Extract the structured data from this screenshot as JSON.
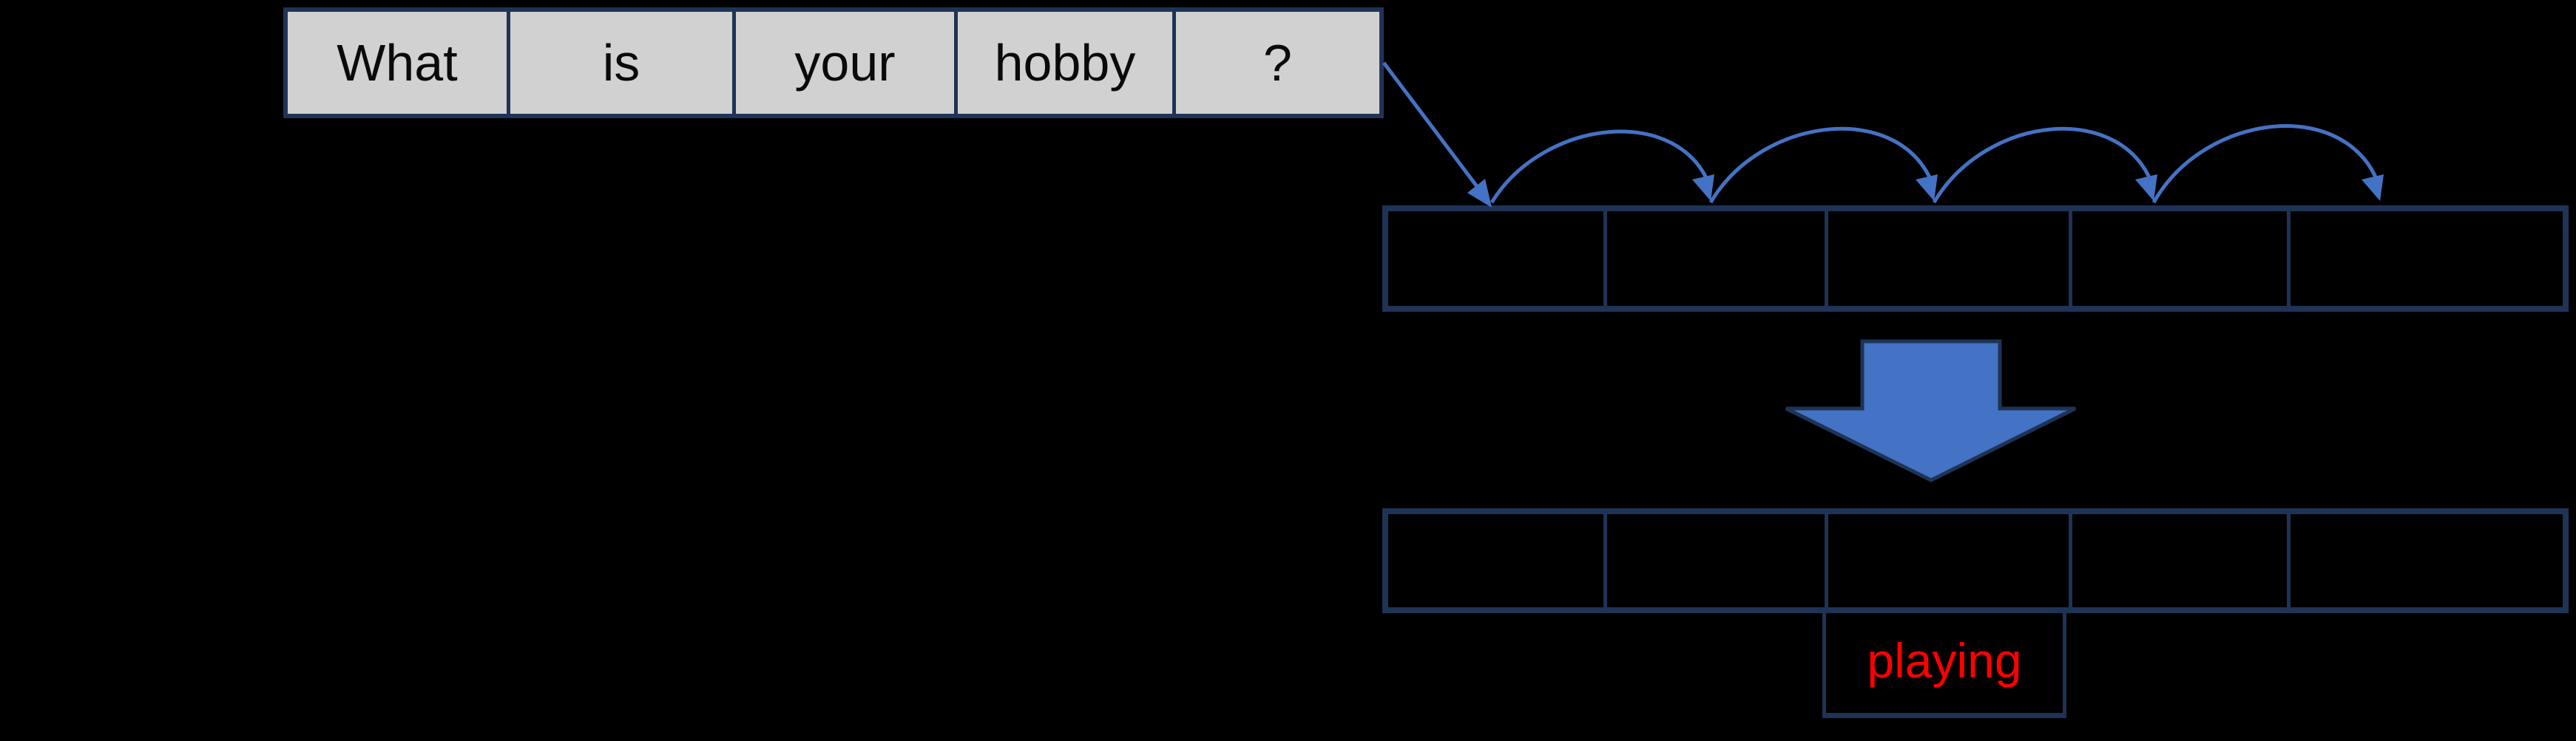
{
  "colors": {
    "accent": "#4472C4",
    "navy": "#1F3356",
    "cellfill": "#D1D1D1",
    "ink": "#0A0A0A",
    "highlight": "#FF0000",
    "background": "#000000"
  },
  "sentence_table": {
    "cells": [
      "What",
      "is",
      "your",
      "hobby",
      "?"
    ]
  },
  "upper_slot_table": {
    "cells": [
      "",
      "",
      "",
      "",
      ""
    ]
  },
  "lower_slot_table": {
    "cells": [
      "",
      "",
      "",
      "",
      ""
    ]
  },
  "prediction": {
    "label": "playing"
  },
  "icons": {
    "connector_icon": "diagonal-arrow",
    "hop_icon": "arc-hop-arrow",
    "transform_icon": "block-down-arrow"
  }
}
